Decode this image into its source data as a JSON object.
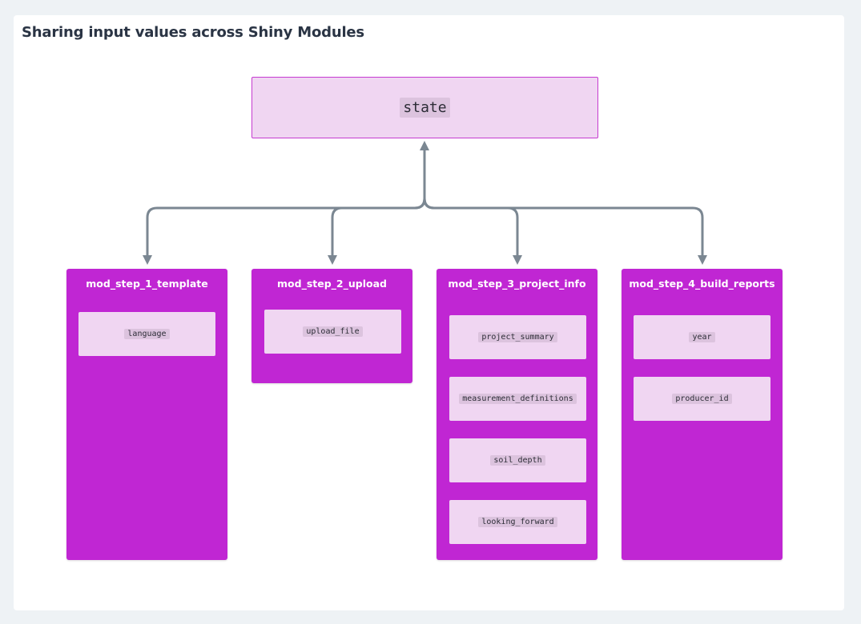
{
  "title": "Sharing input values across Shiny Modules",
  "state": {
    "label": "state"
  },
  "modules": [
    {
      "name": "mod_step_1_template",
      "inputs": [
        "language"
      ]
    },
    {
      "name": "mod_step_2_upload",
      "inputs": [
        "upload_file"
      ]
    },
    {
      "name": "mod_step_3_project_info",
      "inputs": [
        "project_summary",
        "measurement_definitions",
        "soil_depth",
        "looking_forward"
      ]
    },
    {
      "name": "mod_step_4_build_reports",
      "inputs": [
        "year",
        "producer_id"
      ]
    }
  ],
  "colors": {
    "module_fill": "#c026d3",
    "input_fill": "#f0d6f2",
    "state_border": "#c63bd0",
    "connector": "#7b8792"
  }
}
